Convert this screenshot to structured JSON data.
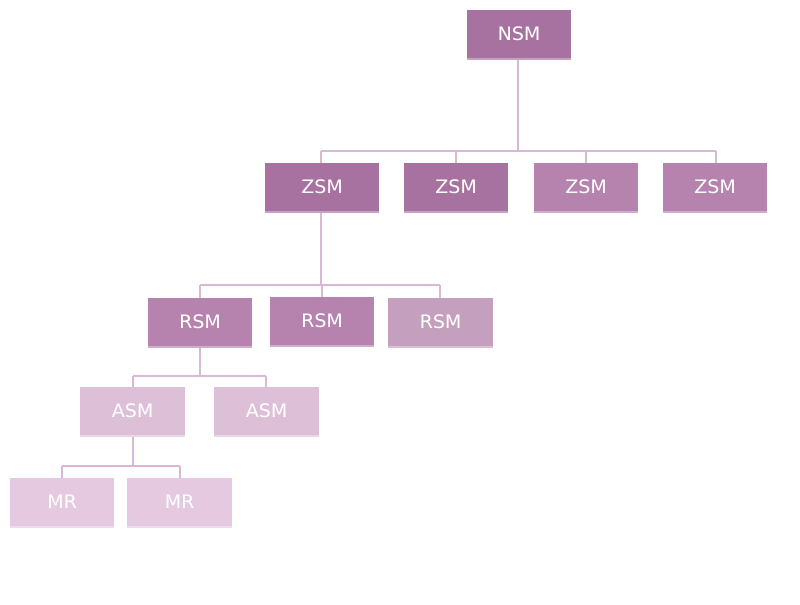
{
  "colors": {
    "level_1": "#a7729f",
    "level_2": "#b583ae",
    "level_3": "#c4a0be",
    "level_4": "#ddc0d7",
    "level_5": "#e4c9e0",
    "connector": "#d8b8d2"
  },
  "org_chart": {
    "root": {
      "label": "NSM"
    },
    "zones": [
      {
        "label": "ZSM"
      },
      {
        "label": "ZSM"
      },
      {
        "label": "ZSM"
      },
      {
        "label": "ZSM"
      }
    ],
    "regions": [
      {
        "label": "RSM"
      },
      {
        "label": "RSM"
      },
      {
        "label": "RSM"
      }
    ],
    "areas": [
      {
        "label": "ASM"
      },
      {
        "label": "ASM"
      }
    ],
    "reps": [
      {
        "label": "MR"
      },
      {
        "label": "MR"
      }
    ]
  }
}
